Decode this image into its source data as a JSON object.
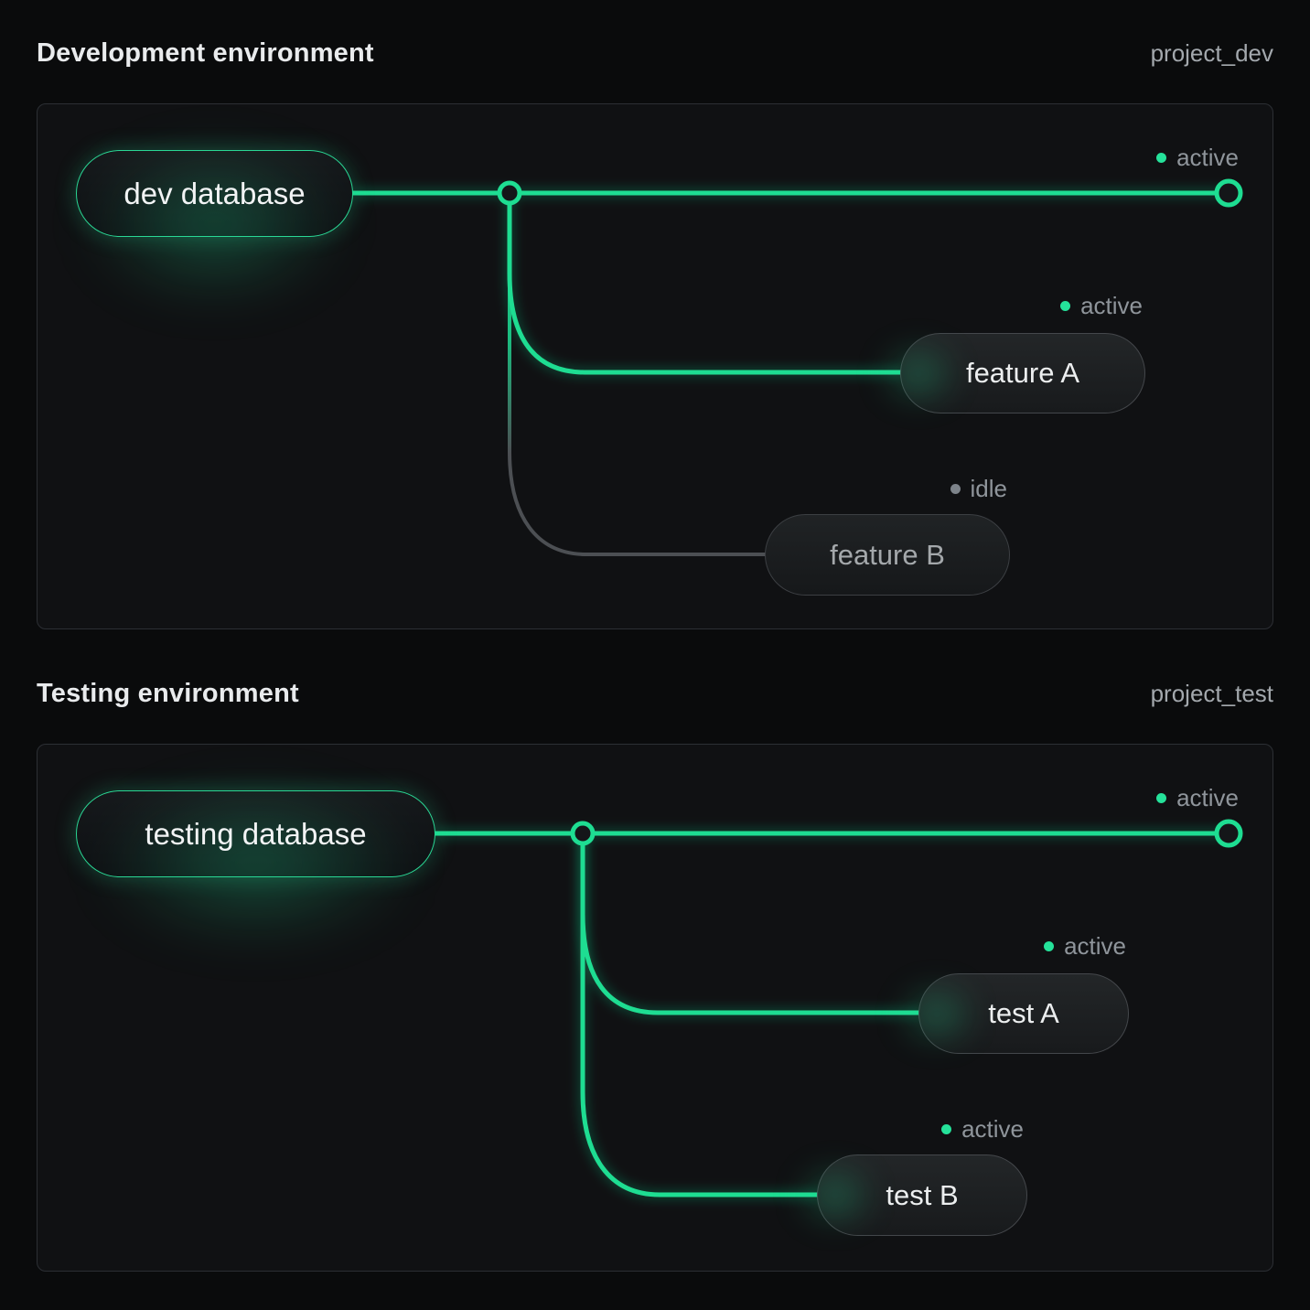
{
  "colors": {
    "accent_green": "#1edd92",
    "idle_gray_line": "#4c4f53",
    "status_text": "#8f959b",
    "panel_border": "#2c2f34",
    "background": "#0a0b0c"
  },
  "environments": [
    {
      "title": "Development environment",
      "project": "project_dev",
      "database": {
        "label": "dev database"
      },
      "main_branch": {
        "status": "active"
      },
      "branches": [
        {
          "label": "feature A",
          "status": "active"
        },
        {
          "label": "feature B",
          "status": "idle"
        }
      ]
    },
    {
      "title": "Testing environment",
      "project": "project_test",
      "database": {
        "label": "testing database"
      },
      "main_branch": {
        "status": "active"
      },
      "branches": [
        {
          "label": "test A",
          "status": "active"
        },
        {
          "label": "test B",
          "status": "active"
        }
      ]
    }
  ]
}
